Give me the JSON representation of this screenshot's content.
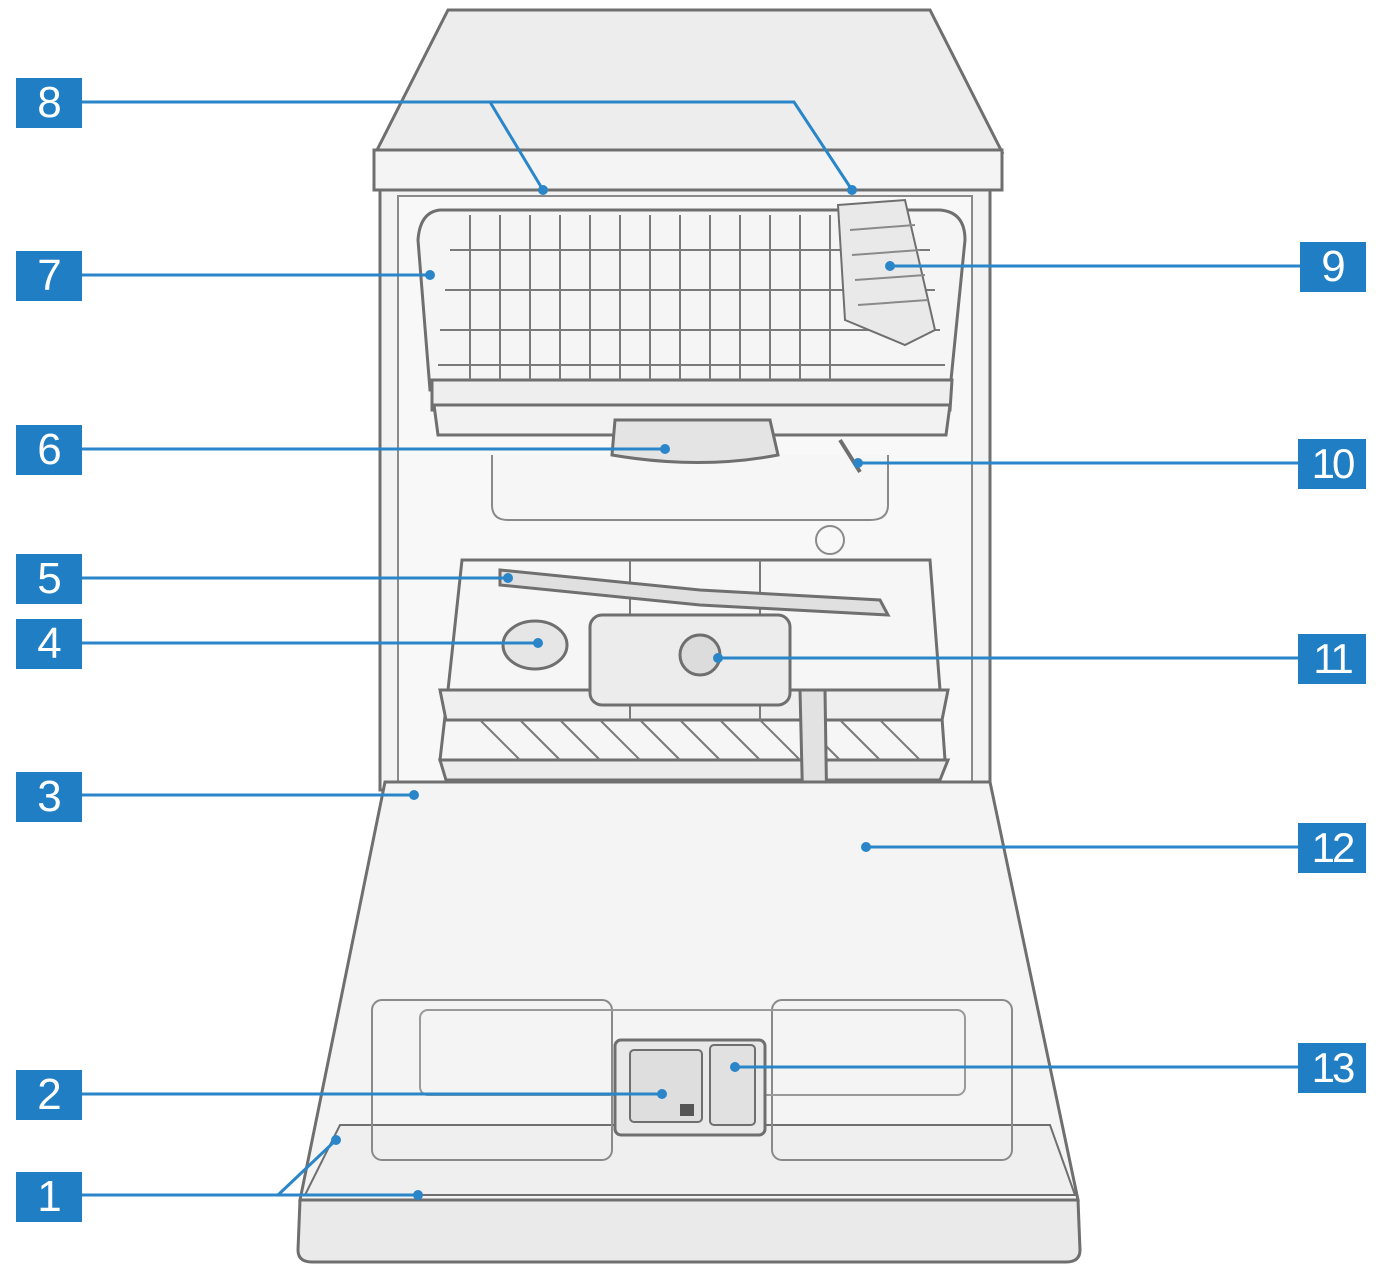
{
  "callouts": [
    {
      "id": "1",
      "label": "1"
    },
    {
      "id": "2",
      "label": "2"
    },
    {
      "id": "3",
      "label": "3"
    },
    {
      "id": "4",
      "label": "4"
    },
    {
      "id": "5",
      "label": "5"
    },
    {
      "id": "6",
      "label": "6"
    },
    {
      "id": "7",
      "label": "7"
    },
    {
      "id": "8",
      "label": "8"
    },
    {
      "id": "9",
      "label": "9"
    },
    {
      "id": "10",
      "label": "10"
    },
    {
      "id": "11",
      "label": "11"
    },
    {
      "id": "12",
      "label": "12"
    },
    {
      "id": "13",
      "label": "13"
    }
  ],
  "colors": {
    "callout_fill": "#1f7ec4",
    "callout_text": "#ffffff",
    "leader_line": "#2a86c8",
    "outline": "#6f6f6f",
    "body_fill": "#f1f1f1"
  }
}
